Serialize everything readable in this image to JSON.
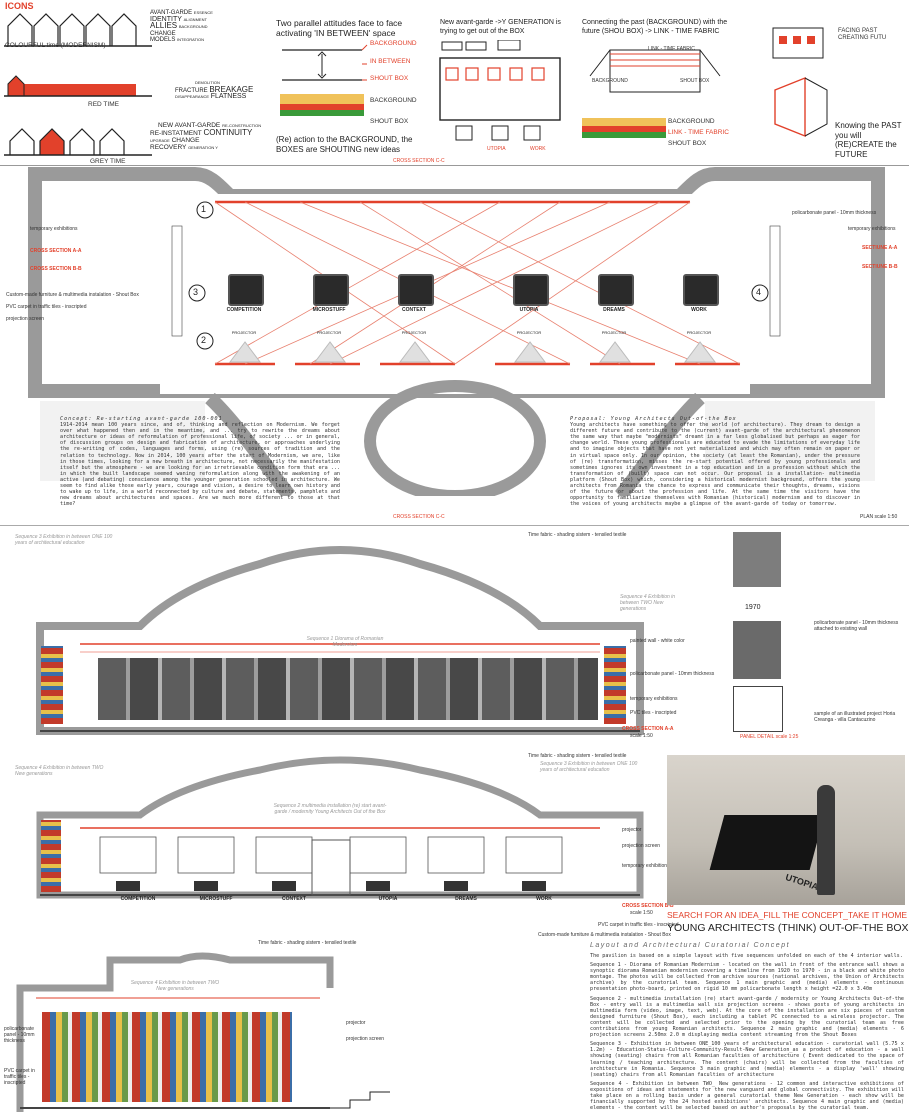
{
  "icons": {
    "title": "ICONS",
    "modern_words": [
      "AVANT-GARDE",
      "ESSENCE",
      "IDENTITY",
      "ALIGNMENT",
      "ALLIES",
      "BACKGROUND",
      "CHANGE",
      "MODELS",
      "INTEGRATION"
    ],
    "modern_caption": "COLOURFUL time (MODERNISM)",
    "red_words": [
      "DEMOLITION",
      "FRACTURE",
      "BREAKAGE",
      "DISAPPEARANCE",
      "FLATNESS"
    ],
    "red_caption": "RED TIME",
    "grey_words": [
      "NEW AVANT-GARDE",
      "RE-CONSTRUCTION",
      "RE-INSTATMENT",
      "CONTINUITY",
      "UPGRADE",
      "CHANGE",
      "RECOVERY",
      "GENERATION Y"
    ],
    "grey_caption": "GREY TIME"
  },
  "concept1": {
    "title": "Two parallel attitudes face to face activating 'IN BETWEEN' space",
    "labels": [
      "BACKGROUND",
      "IN BETWEEN",
      "SHOUT BOX",
      "BACKGROUND",
      "SHOUT BOX"
    ],
    "caption": "(Re) action to the BACKGROUND, the BOXES are SHOUTING new ideas"
  },
  "concept2": {
    "title": "New avant-garde ->Y GENERATION is trying to get out of the BOX",
    "labels": [
      "UTOPIA",
      "WORK"
    ]
  },
  "concept3": {
    "title": "Connecting the past (BACKGROUND) with the future (SHOU BOX) -> LINK - TIME FABRIC",
    "labels": [
      "LINK - TIME FABRIC",
      "BACKGROUND",
      "SHOUT BOX",
      "BACKGROUND",
      "LINK - TIME FABRIC",
      "SHOUT BOX"
    ]
  },
  "concept4": {
    "labels": [
      "FACING PAST",
      "CREATING FUTU"
    ],
    "caption": "Knowing the PAST you will (RE)CREATE the FUTURE"
  },
  "plan": {
    "cross_section_cc_top": "CROSS SECTION C-C",
    "cross_section_cc_bottom": "CROSS SECTION C-C",
    "scale": "PLAN scale 1:50",
    "left_labels": [
      "temporary exhibitions",
      "CROSS SECTION A-A",
      "CROSS SECTION B-B",
      "Custom-made furniture & multimedia instalation - Shout Box",
      "PVC carpet in traffic tiles - inscripted",
      "projection screen"
    ],
    "right_labels": [
      "policarbonate panel - 10mm thickness",
      "temporary exhibitions",
      "SECTIUNE A-A",
      "SECTIUNE B-B"
    ],
    "kiosks": [
      "COMPETITION",
      "MICROSTUFF",
      "CONTEXT",
      "UTOPIA",
      "DREAMS",
      "WORK"
    ],
    "projector": "PROJECTOR",
    "numbers": [
      "1",
      "2",
      "3",
      "4"
    ],
    "concept_title": "Concept: Re-starting avant-garde 100-001",
    "concept_text": "1914-2014 mean 100 years since, and of, thinking and reflection on Modernism. We forget over what happened then and in the meantime, and ... try to rewrite the dreams about architecture or ideas of reformulation of professional life, of society ... or in general, of discussion groups on design and fabrication of architecture, or approaches underlying the re-writing of codes, languages and forms, using (re) sources of tradition and the relation to technology. Now in 2014, 100 years after the start of Modernism, we are, like in those times, looking for a new breath in architecture, not necessarily the manifestation itself but the atmosphere - we are looking for an irretrievable condition form that era ... in which the built landscape seemed waning reformulation along with the awakening of an active (and debating) conscience among the younger generation schooled in architecture. We seem to find alike those early years, courage and vision, a desire to learn own history and to wake up to life, in a world reconnected by culture and debate, statements, pamphlets and new dreams about architectures and spaces. Are we much more different to those at that time?",
    "proposal_title": "Proposal: Young Architects Out-of-the Box",
    "proposal_text": "Young architects have something to offer the world (of architecture). They dream to design a different future and contribute to the (current) avant-garde of the architectural phenomenon the same way that maybe \"modernists\" dreamt in a far less globalised but perhaps as eager for change world. These young professionals are educated to evade the limitations of everyday life and to imagine objects that have not yet materialized and which may often remain on paper or in virtual space only. In our opinion, the society (at least the Romanian), under the pressure of (re) transformation, misses the re-start potential offered by young professionals and sometimes ignores its own investment in a top education and in a profession without which the transformation of (built) space can not occur. Our proposal is a installation- multimedia platform (Shout Box) which, considering a historical modernist background, offers the young architects from Romania the chance to express and communicate their thoughts, dreams, visions of the future or about the profession and life. At the same time the visitors have the opportunity to familiarize themselves with Romanian (historical) modernism and to discover in the voices of young architects maybe a glimpse of the avant-garde of today or tomorrow."
  },
  "section_a": {
    "seq3": "Sequence 3 Exhibition in between ONE 100 years of architectural education",
    "seq1": "Sequence 1 Diorama of Romanian Modernism",
    "seq4": "Sequence 4 Exhibition in between TWO New generations",
    "top_label": "Time fabric - shading sistem - tensiled textile",
    "labels": [
      "painted wall - white color",
      "policarbonate panel - 10mm thickness",
      "temporary exhibitions",
      "PVC tiles - inscripted"
    ],
    "caption": "CROSS SECTION A-A",
    "scale": "scale 1:50",
    "detail_label1": "policarbonate panel - 10mm thickness attached to existing wall",
    "detail_label2": "sample of an illustrated project Horia Creanga - villa Cantacuzino",
    "detail_year": "1970",
    "detail_caption": "PANEL DETAIL scale 1:25"
  },
  "section_b": {
    "seq4": "Sequence 4 Exhibition in between TWO New generations",
    "seq2": "Sequence 2 multimedia installation (re) start avant-garde / modernity Young Architects Out of the Box",
    "seq3": "Sequence 3 Exhibition in between ONE 100 years of architectural education",
    "top_label": "Time fabric - shading sistem - tensiled textile",
    "labels": [
      "projector",
      "projection screen",
      "temporary exhibitions"
    ],
    "kiosks": [
      "COMPETITION",
      "MICROSTUFF",
      "CONTEXT",
      "UTOPIA",
      "DREAMS",
      "WORK"
    ],
    "caption": "CROSS SECTION B-B",
    "scale": "scale 1:50",
    "bottom_labels": [
      "PVC carpet in traffic tiles - inscripted",
      "Custom-made furniture & multimedia instalation - Shout Box"
    ]
  },
  "render": {
    "label": "UTOPIA",
    "slogan1": "SEARCH FOR AN IDEA_FILL THE CONCEPT_TAKE IT HOME !",
    "slogan2": "YOUNG ARCHITECTS (THINK) OUT-OF-THE BOX"
  },
  "section_c": {
    "top_label": "Time fabric - shading sistem - tensiled textile",
    "seq4": "Sequence 4 Exhibition in between TWO New generations",
    "left_labels": [
      "policarbonate panel - 10mm thickness",
      "PVC carpet in traffic tiles - inscripted"
    ],
    "right_labels": [
      "projector",
      "projection screen"
    ]
  },
  "layout_text": {
    "title": "Layout and Architectural Curatorial Concept",
    "intro": "The pavilion is based on a simple layout with five sequences unfolded on each of the 4 interior walls.",
    "seq1": "Sequence 1 - Diorama of Romanian Modernism - located on the wall in front of the entrance wall shows a synoptic diorama Romanian modernism covering a timeline from 1920 to 1970 - in a black and white photo montage. The photos will be collected from archive sources (national archives, the Union of Architects archive) by the curatorial team. Sequence 1 main graphic and (media) elements - continuous presentation photo-board, printed on rigid 10 mm policarbonate length x height =22.0 x 3.40m",
    "seq2": "Sequence 2 - multimedia installation (re) start avant-garde / modernity or Young Architects Out-of-the Box - entry wall is a multimedia wall six projection screens - shows posts of young architects in multimedia form (video, image, text, web). At the core of the installation are six pieces of custom designed furniture (Shout Box), each including a tablet PC connected to a wireless projector. The content will be collected and selected prior to the opening by the curatorial team as free contributions from young Romanian architects. Sequence 2 main graphic and (media) elements - 6 projection screens 2.50mx 2.0 m displaying media content streaming from the Shout Boxes",
    "seq3": "Sequence 3 - Exhibition in between ONE_100 years of architectural education - curatorial wall (5.75 x 1.2m) - Education-Status-Culture-Community-Result-New Generation_as a product of education - a wall showing (seating) chairs from all Romanian faculties of architecture ( Event dedicated to the space of learning / teaching architecture. The content (chairs) will be collected from the faculties of architecture in Romania. Sequence 3 main graphic and (media) elements - a display 'wall' showing (seating) chairs from all Romanian faculties of architecture",
    "seq4": "Sequence 4 - Exhibition in between TWO_ New generations - 12 common and interactive exhibitions of expositions of ideas and statements for the new vanguard and global connectivity. The exhibition will take place on a rolling basis under a general curatorial theme New Generation - each show will be financially supported by the 24 hosted exhibitions' architects. Sequence 4 main graphic and (media) elements - the content will be selected based on author's proposals by the curatorial team."
  },
  "colors": {
    "accent": "#e2412b",
    "grey": "#b8b8b8",
    "dark": "#333333"
  }
}
